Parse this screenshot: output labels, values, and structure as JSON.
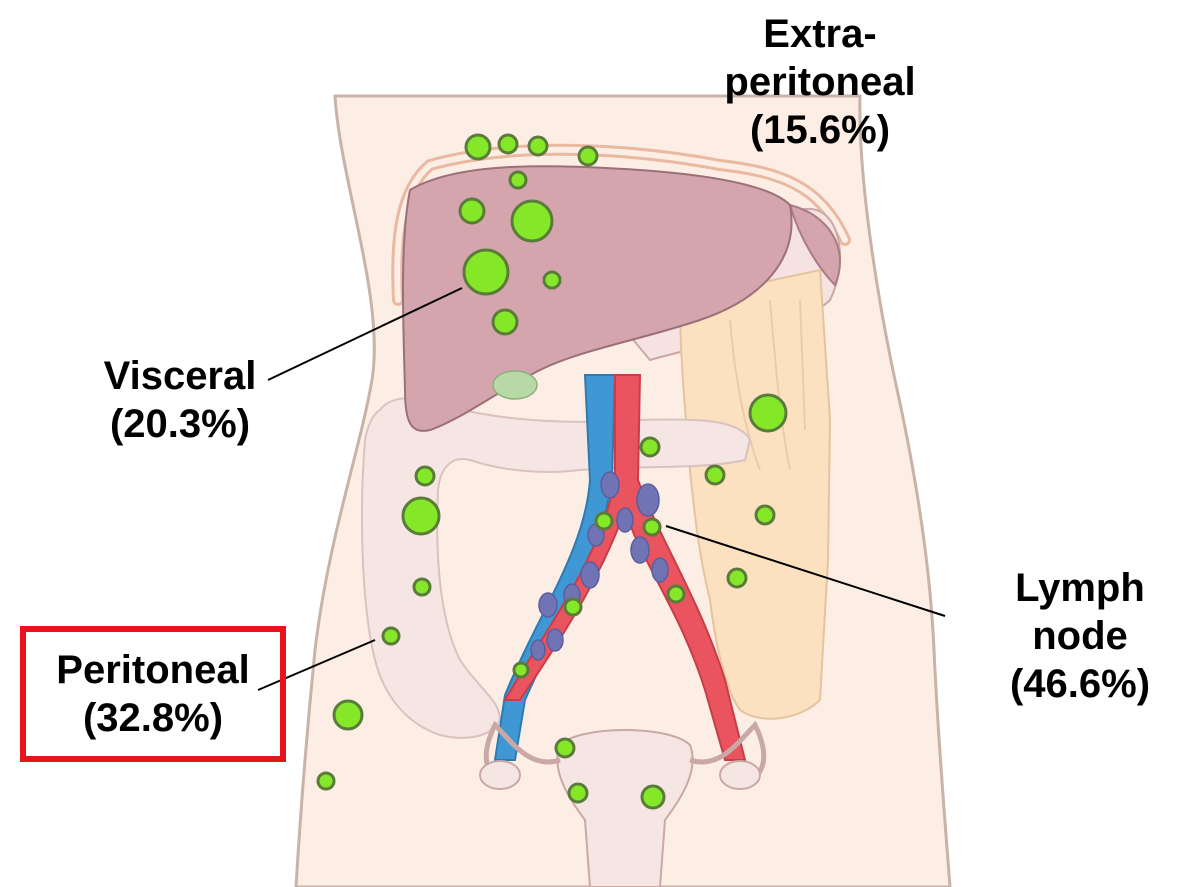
{
  "labels": {
    "extraperitoneal": {
      "line1": "Extra-",
      "line2": "peritoneal",
      "line3": "(15.6%)"
    },
    "visceral": {
      "line1": "Visceral",
      "line2": "(20.3%)"
    },
    "lymph_node": {
      "line1": "Lymph",
      "line2": "node",
      "line3": "(46.6%)"
    },
    "peritoneal": {
      "line1": "Peritoneal",
      "line2": "(32.8%)"
    }
  },
  "colors": {
    "skin": "#fdeee5",
    "skin_outline": "#c9b2a7",
    "liver": "#d4a5ad",
    "liver_outline": "#9b7078",
    "colon": "#f6e6e3",
    "peritoneum_band": "#e9b9a2",
    "omentum": "#fbe1c0",
    "artery": "#e9545e",
    "vein": "#3f98d4",
    "lymph_node": "#7074b4",
    "tumor": "#84e829",
    "tumor_outline": "#5b7b3a",
    "highlight_box": "#e8141b"
  }
}
